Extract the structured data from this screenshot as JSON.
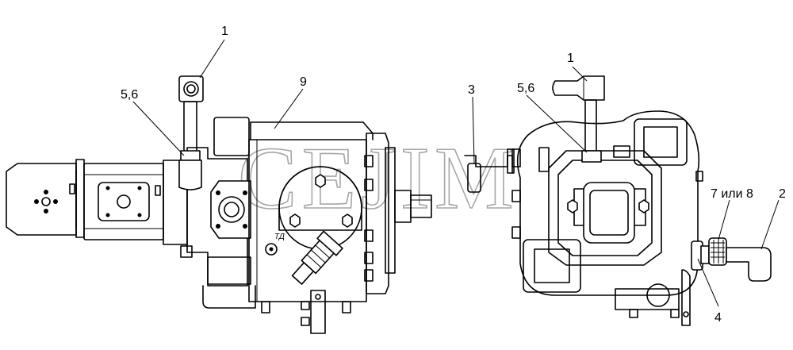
{
  "watermark": "CEJIM",
  "stamp": "ТД",
  "callouts": {
    "left_hose": "1",
    "left_fitting": "5,6",
    "left_body": "9",
    "right_hose": "1",
    "right_fitting": "5,6",
    "right_pipe": "3",
    "right_lever": "2",
    "right_plug": "7 или 8",
    "right_bracket": "4"
  }
}
